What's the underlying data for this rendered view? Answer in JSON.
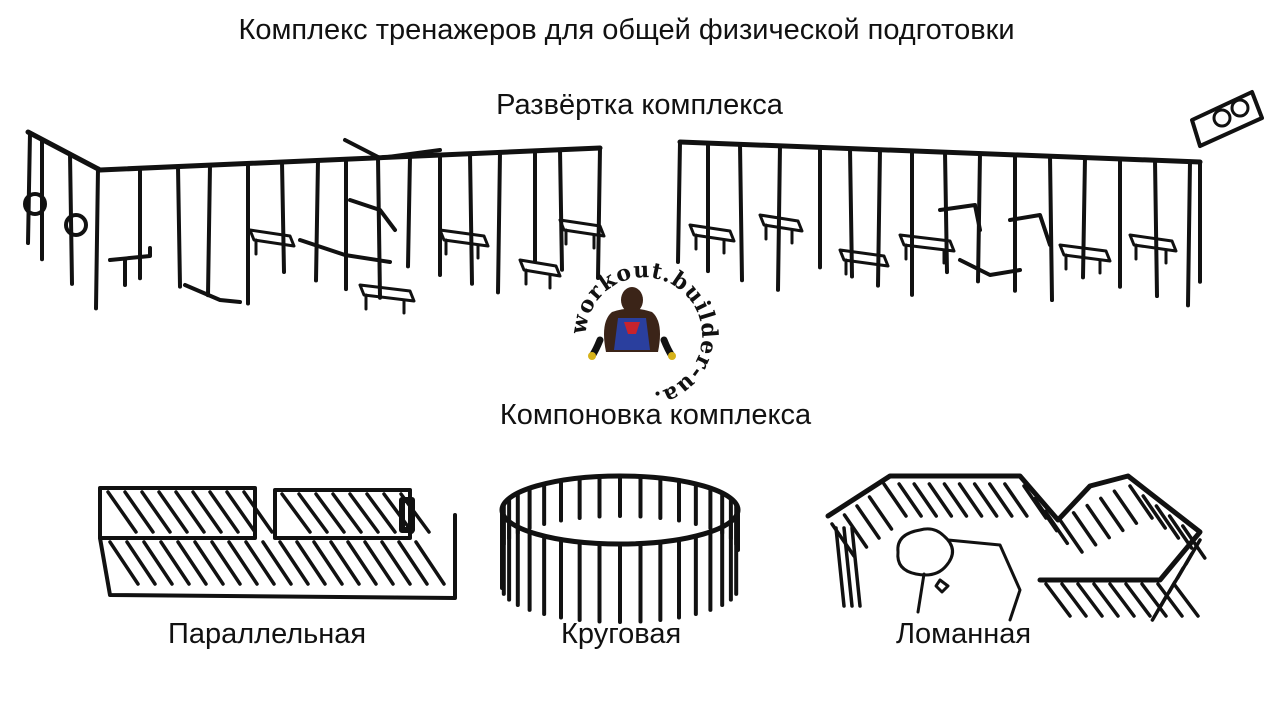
{
  "title": "Комплекс тренажеров для общей физической подготовки",
  "section_unfold": "Развёртка комплекса",
  "section_layout": "Компоновка комплекса",
  "layouts": [
    {
      "id": "parallel",
      "label": "Параллельная"
    },
    {
      "id": "circular",
      "label": "Круговая"
    },
    {
      "id": "broken",
      "label": "Ломанная"
    }
  ],
  "watermark": {
    "text": "workout.builder-ua.com",
    "icon": "bodybuilder-superman-icon"
  },
  "colors": {
    "ink": "#111111",
    "background": "#ffffff",
    "watermark_blue": "#2a3f9e",
    "watermark_red": "#c8232c"
  }
}
